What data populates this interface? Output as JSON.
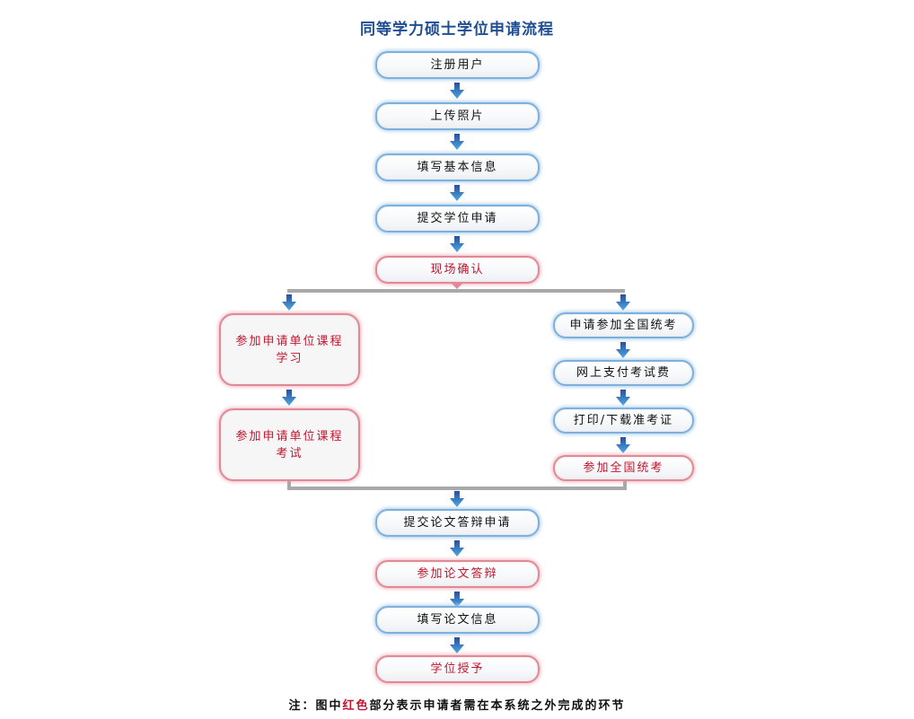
{
  "title": "同等学力硕士学位申请流程",
  "colors": {
    "title": "#1f4e94",
    "external_step_text": "#c0162e",
    "external_step_border": "#e08a98",
    "system_step_border": "#7fb0dc",
    "connector": "#a9a9a9",
    "arrow": "#2f72c0"
  },
  "main_steps_top": [
    {
      "label": "注册用户",
      "type": "system"
    },
    {
      "label": "上传照片",
      "type": "system"
    },
    {
      "label": "填写基本信息",
      "type": "system"
    },
    {
      "label": "提交学位申请",
      "type": "system"
    },
    {
      "label": "现场确认",
      "type": "external"
    }
  ],
  "left_branch": [
    {
      "label": "参加申请单位课程学习",
      "line1": "参加申请单位课程",
      "line2": "学习",
      "type": "external"
    },
    {
      "label": "参加申请单位课程考试",
      "line1": "参加申请单位课程",
      "line2": "考试",
      "type": "external"
    }
  ],
  "right_branch": [
    {
      "label": "申请参加全国统考",
      "type": "system"
    },
    {
      "label": "网上支付考试费",
      "type": "system"
    },
    {
      "label": "打印/下载准考证",
      "type": "system"
    },
    {
      "label": "参加全国统考",
      "type": "external"
    }
  ],
  "main_steps_bottom": [
    {
      "label": "提交论文答辩申请",
      "type": "system"
    },
    {
      "label": "参加论文答辩",
      "type": "external"
    },
    {
      "label": "填写论文信息",
      "type": "system"
    },
    {
      "label": "学位授予",
      "type": "external"
    }
  ],
  "note": {
    "prefix": "注：图中",
    "highlight": "红色",
    "suffix": "部分表示申请者需在本系统之外完成的环节"
  }
}
